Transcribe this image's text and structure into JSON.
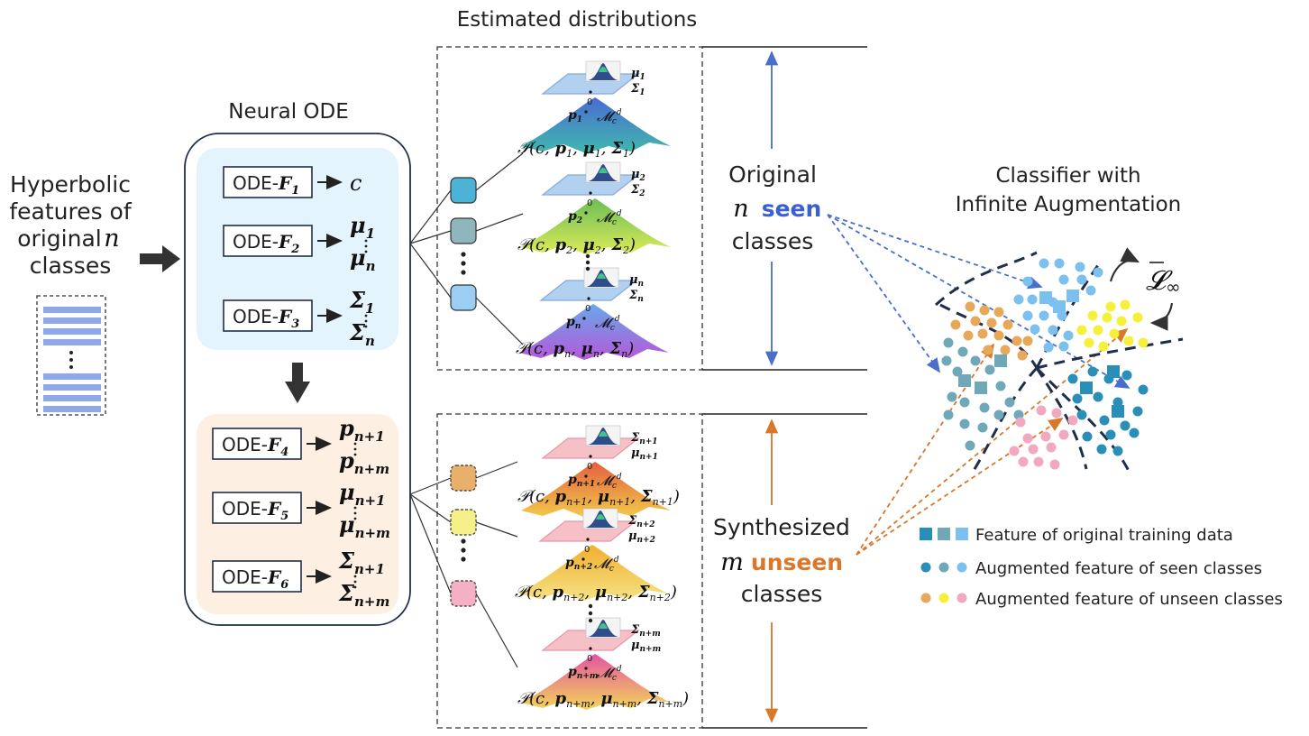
{
  "input": {
    "label_lines": [
      "Hyperbolic",
      "features of",
      "original",
      "classes"
    ],
    "label_var": "n"
  },
  "neural_ode": {
    "title": "Neural ODE",
    "modules": [
      {
        "box": "ODE-",
        "fn": "F",
        "idx": "1",
        "outputs": [
          "c"
        ]
      },
      {
        "box": "ODE-",
        "fn": "F",
        "idx": "2",
        "outputs": [
          "μ",
          "1",
          "μ",
          "n"
        ]
      },
      {
        "box": "ODE-",
        "fn": "F",
        "idx": "3",
        "outputs": [
          "Σ",
          "1",
          "Σ",
          "n"
        ]
      },
      {
        "box": "ODE-",
        "fn": "F",
        "idx": "4",
        "outputs": [
          "p",
          "n+1",
          "p",
          "n+m"
        ]
      },
      {
        "box": "ODE-",
        "fn": "F",
        "idx": "5",
        "outputs": [
          "μ",
          "n+1",
          "μ",
          "n+m"
        ]
      },
      {
        "box": "ODE-",
        "fn": "F",
        "idx": "6",
        "outputs": [
          "Σ",
          "n+1",
          "Σ",
          "n+m"
        ]
      }
    ]
  },
  "distributions": {
    "title": "Estimated distributions",
    "manifold_label": "𝓜",
    "manifold_sup": "d",
    "manifold_sub": "c",
    "origin": "0",
    "seen": [
      {
        "p": "p",
        "sub": "1",
        "mu": "μ",
        "sigma": "Σ",
        "formula_pre": "𝒫(c, ",
        "formula_sub": "1",
        "color_top": "#3a5fcf",
        "color_bottom": "#2fb3a5",
        "chip": "#4db3d6"
      },
      {
        "p": "p",
        "sub": "2",
        "mu": "μ",
        "sigma": "Σ",
        "formula_pre": "𝒫(c, ",
        "formula_sub": "2",
        "color_top": "#5fb84a",
        "color_bottom": "#d9e84a",
        "chip": "#8fb6bd"
      },
      {
        "p": "p",
        "sub": "n",
        "mu": "μ",
        "sigma": "Σ",
        "formula_pre": "𝒫(c, ",
        "formula_sub": "n",
        "color_top": "#5aa0e8",
        "color_bottom": "#b04ad6",
        "chip": "#9ccdf2"
      }
    ],
    "unseen": [
      {
        "p": "p",
        "sub": "n+1",
        "mu": "μ",
        "sigma": "Σ",
        "formula_pre": "𝒫(c, ",
        "formula_sub": "n+1",
        "color_top": "#e0532f",
        "color_bottom": "#f2c53a",
        "chip": "#e8b06a"
      },
      {
        "p": "p",
        "sub": "n+2",
        "mu": "μ",
        "sigma": "Σ",
        "formula_pre": "𝒫(c, ",
        "formula_sub": "n+2",
        "color_top": "#f0a81e",
        "color_bottom": "#f5e07a",
        "chip": "#f7ef8a"
      },
      {
        "p": "p",
        "sub": "n+m",
        "mu": "μ",
        "sigma": "Σ",
        "formula_pre": "𝒫(c, ",
        "formula_sub": "n+m",
        "color_top": "#e0459a",
        "color_bottom": "#f2d24a",
        "chip": "#f4b0c4"
      }
    ]
  },
  "seen_label": {
    "line1": "Original",
    "var": "n",
    "word": "seen",
    "line3": "classes",
    "color": "#3a5fcf"
  },
  "unseen_label": {
    "line1": "Synthesized",
    "var": "m",
    "word": "unseen",
    "line3": "classes",
    "color": "#d9772a"
  },
  "classifier": {
    "title_line1": "Classifier with",
    "title_line2": "Infinite Augmentation",
    "loss_symbol": "𝓛",
    "loss_sub": "∞"
  },
  "legend": [
    {
      "text": "Feature of original training data",
      "marker": "square"
    },
    {
      "text": "Augmented feature of seen classes",
      "marker": "dot-seen"
    },
    {
      "text": "Augmented feature of unseen classes",
      "marker": "dot-unseen"
    }
  ],
  "colors": {
    "dark_teal": "#2a8fb8",
    "mid_teal": "#6fa8b8",
    "light_blue": "#7cc0f0",
    "orange": "#e8a85a",
    "yellow": "#f5f03a",
    "pink": "#f2a8c0",
    "feature_bar": "#8fa8e8",
    "seen_arrow": "#4a6fc8",
    "unseen_arrow": "#d9772a",
    "box_blue_bg": "#e3f4fc",
    "box_orange_bg": "#fdf0e3"
  }
}
